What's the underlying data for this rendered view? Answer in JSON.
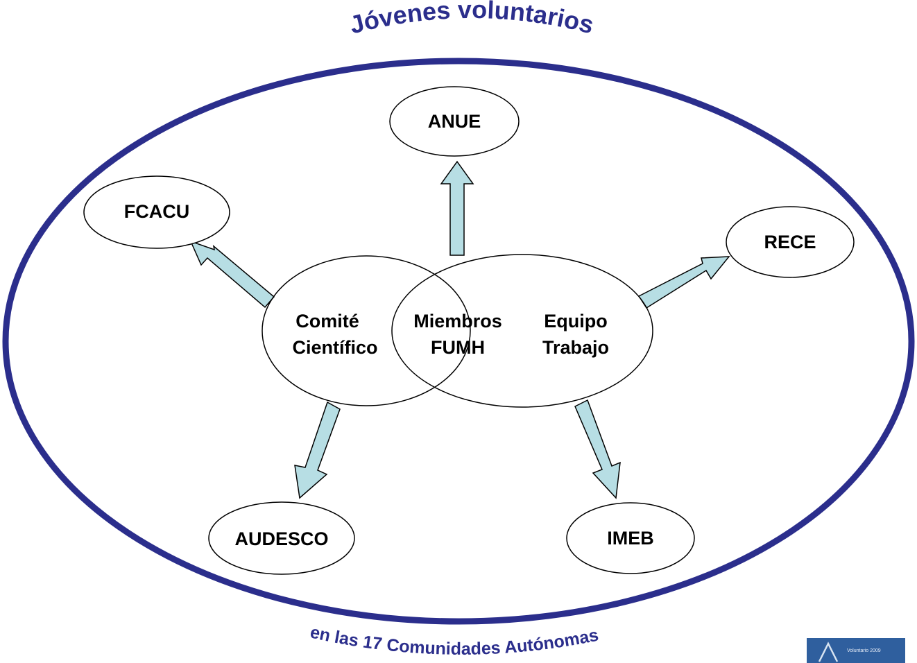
{
  "diagram": {
    "top_arc_text": "Jóvenes voluntarios",
    "bottom_arc_text": "en las 17 Comunidades Autónomas",
    "colors": {
      "outer_ring": "#2b2e8c",
      "arc_text": "#2b2e8c",
      "arrow_fill": "#b7dee4",
      "outline": "#000000"
    },
    "center": {
      "left": {
        "line1": "Comité",
        "line2": "Científico"
      },
      "middle": {
        "line1": "Miembros",
        "line2": "FUMH"
      },
      "right": {
        "line1": "Equipo",
        "line2": "Trabajo"
      }
    },
    "nodes": {
      "anue": "ANUE",
      "fcacu": "FCACU",
      "rece": "RECE",
      "audesco": "AUDESCO",
      "imeb": "IMEB"
    }
  },
  "logo": {
    "icon": "pyramid-logo-icon",
    "caption": "Voluntario 2009"
  }
}
